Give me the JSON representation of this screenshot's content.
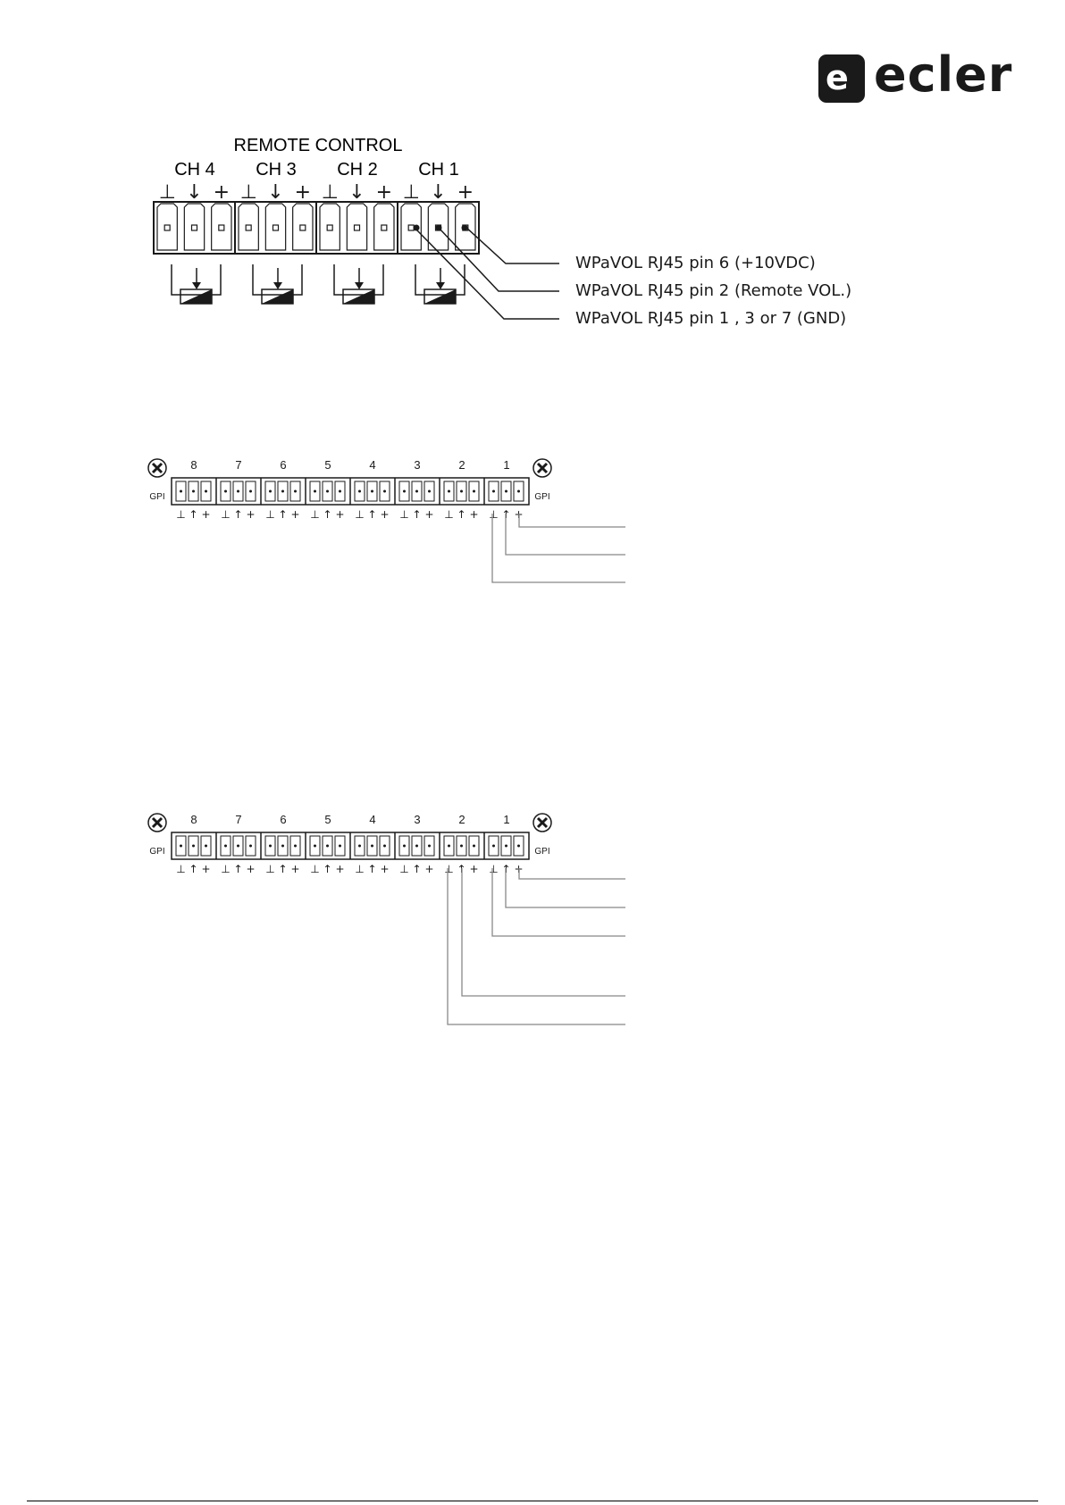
{
  "brand": {
    "name": "ecler",
    "mark": "e"
  },
  "remote": {
    "title": "REMOTE CONTROL",
    "channels": [
      "CH 4",
      "CH 3",
      "CH 2",
      "CH 1"
    ],
    "pin_symbols": [
      "⊥",
      "↓",
      "+"
    ],
    "callouts": [
      "WPaVOL RJ45 pin 6 (+10VDC)",
      "WPaVOL RJ45 pin 2 (Remote VOL.)",
      "WPaVOL RJ45 pin 1 , 3 or 7 (GND)"
    ]
  },
  "gpi": {
    "side_label": "GPI",
    "numbers": [
      "8",
      "7",
      "6",
      "5",
      "4",
      "3",
      "2",
      "1"
    ],
    "pin_symbols": [
      "⊥",
      "↑",
      "+"
    ]
  }
}
